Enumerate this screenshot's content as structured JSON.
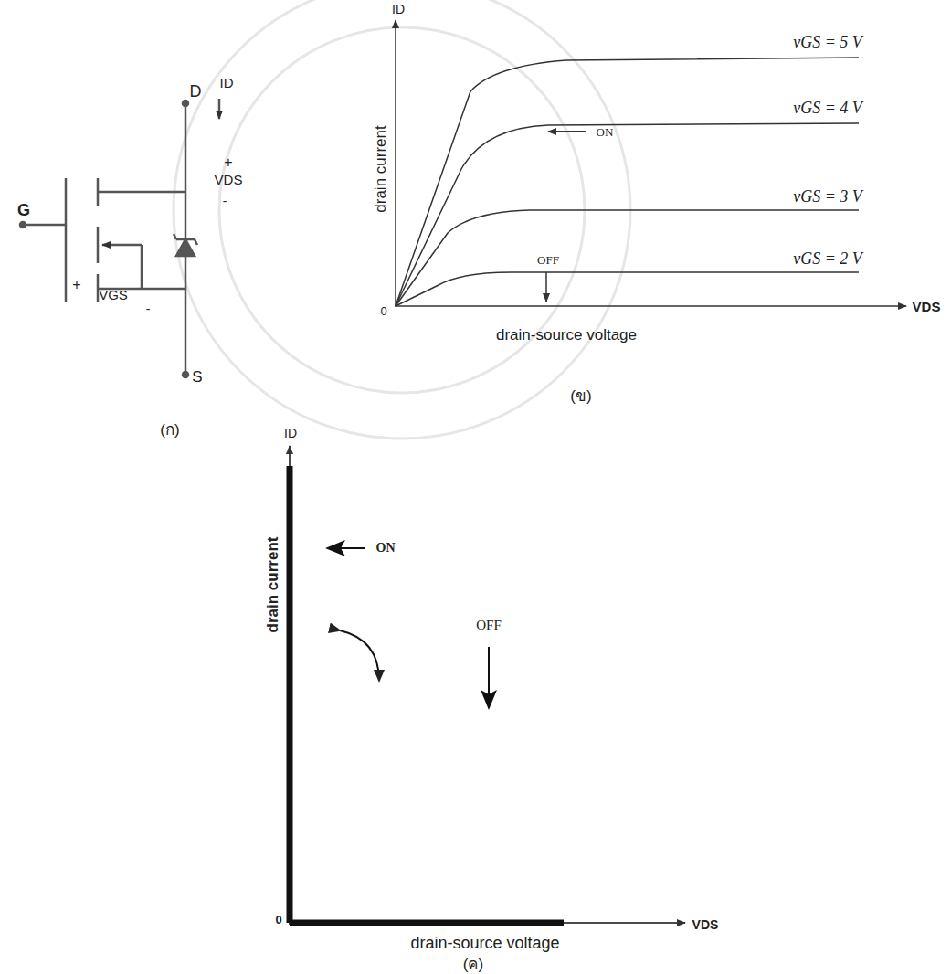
{
  "diagram": {
    "labels": [
      "D",
      "ID",
      "+",
      "VDS",
      "-",
      "G",
      "+",
      "VGS",
      "-",
      "S",
      "(ก)",
      "ID",
      "drain current",
      "vGS = 5 V",
      "ON",
      "vGS = 4 V",
      "vGS = 3 V",
      "vGS = 2 V",
      "OFF",
      "0",
      "drain-source voltage",
      "VDS",
      "(ข)",
      "ID",
      "drain current",
      "ON",
      "OFF",
      "0",
      "drain-source voltage",
      "VDS",
      "(ค)"
    ]
  }
}
